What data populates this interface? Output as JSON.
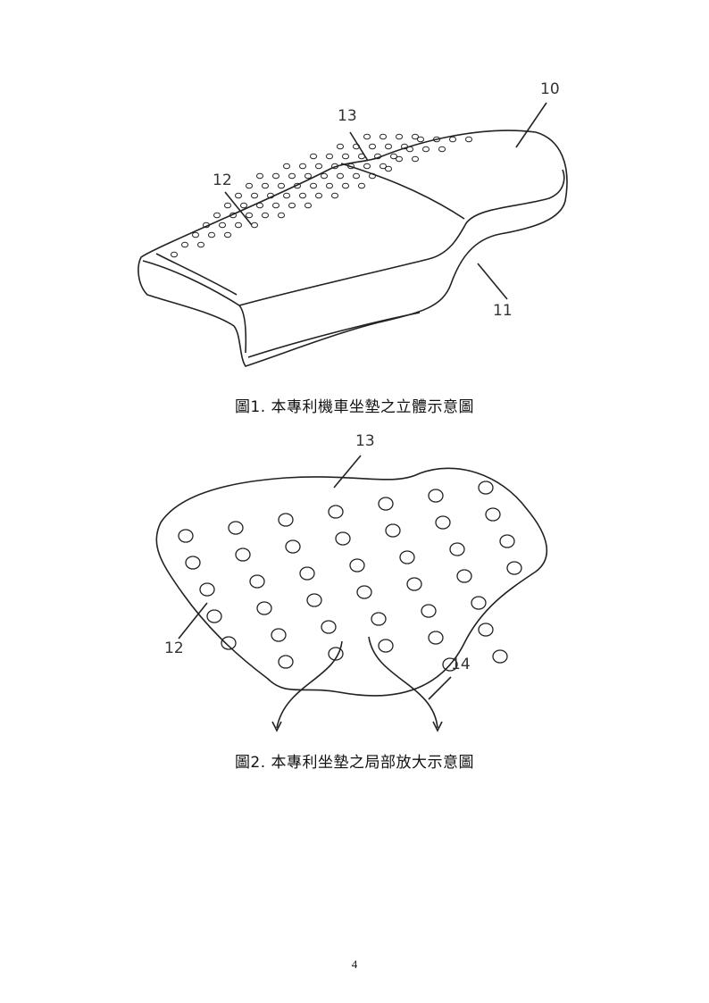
{
  "figure1": {
    "caption": "圖1. 本專利機車坐墊之立體示意圖",
    "labels": {
      "seat": "10",
      "side": "11",
      "front_surface": "12",
      "rear_surface": "13"
    }
  },
  "figure2": {
    "caption": "圖2. 本專利坐墊之局部放大示意圖",
    "labels": {
      "bump": "13",
      "surface": "12",
      "airflow": "14"
    }
  },
  "page_number": "4"
}
